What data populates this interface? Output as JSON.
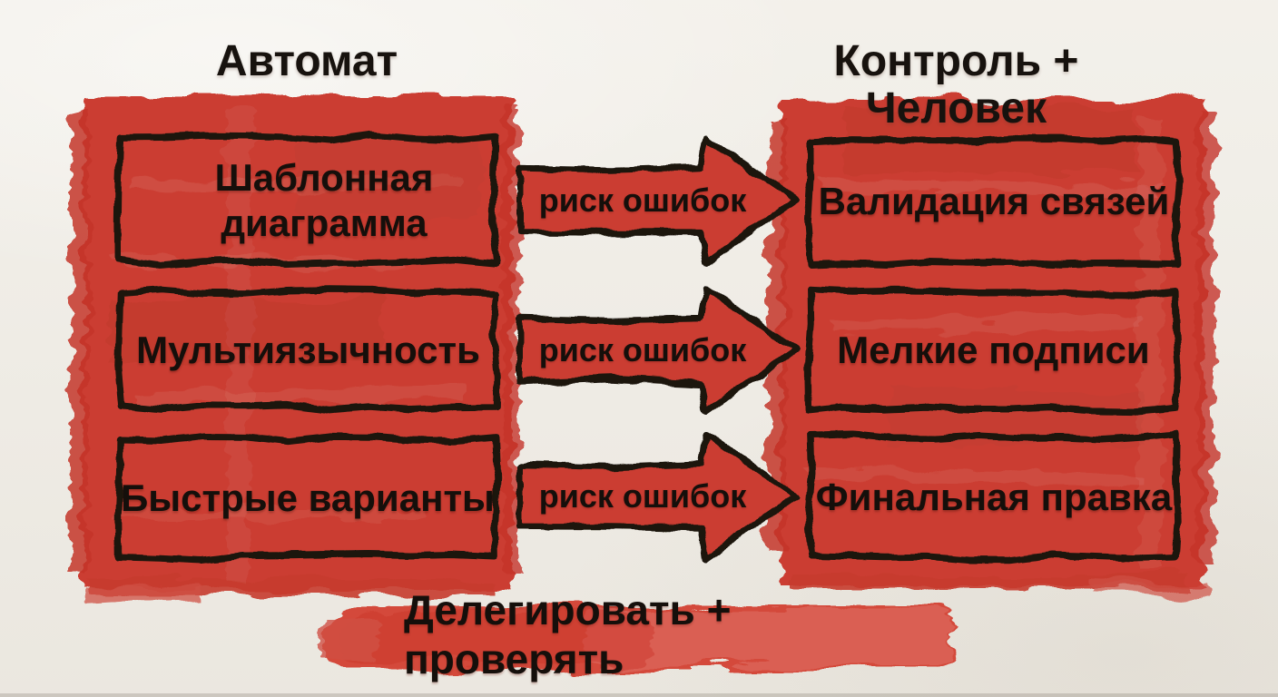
{
  "titles": {
    "left": "Автомат",
    "right": "Контроль + Человек"
  },
  "left_column": {
    "items": [
      "Шаблонная диаграмма",
      "Мультиязычность",
      "Быстрые варианты"
    ]
  },
  "right_column": {
    "items": [
      "Валидация связей",
      "Мелкие подписи",
      "Финальная правка"
    ]
  },
  "arrows": {
    "labels": [
      "риск ошибок",
      "риск ошибок",
      "риск ошибок"
    ]
  },
  "footer": {
    "label": "Делегировать + проверять"
  },
  "colors": {
    "paint_red": "#cb3e32",
    "paint_red_dark": "#c03225",
    "paint_red_light": "#e0766a",
    "ink_black": "#1a1410",
    "paper": "#f1eee7"
  }
}
